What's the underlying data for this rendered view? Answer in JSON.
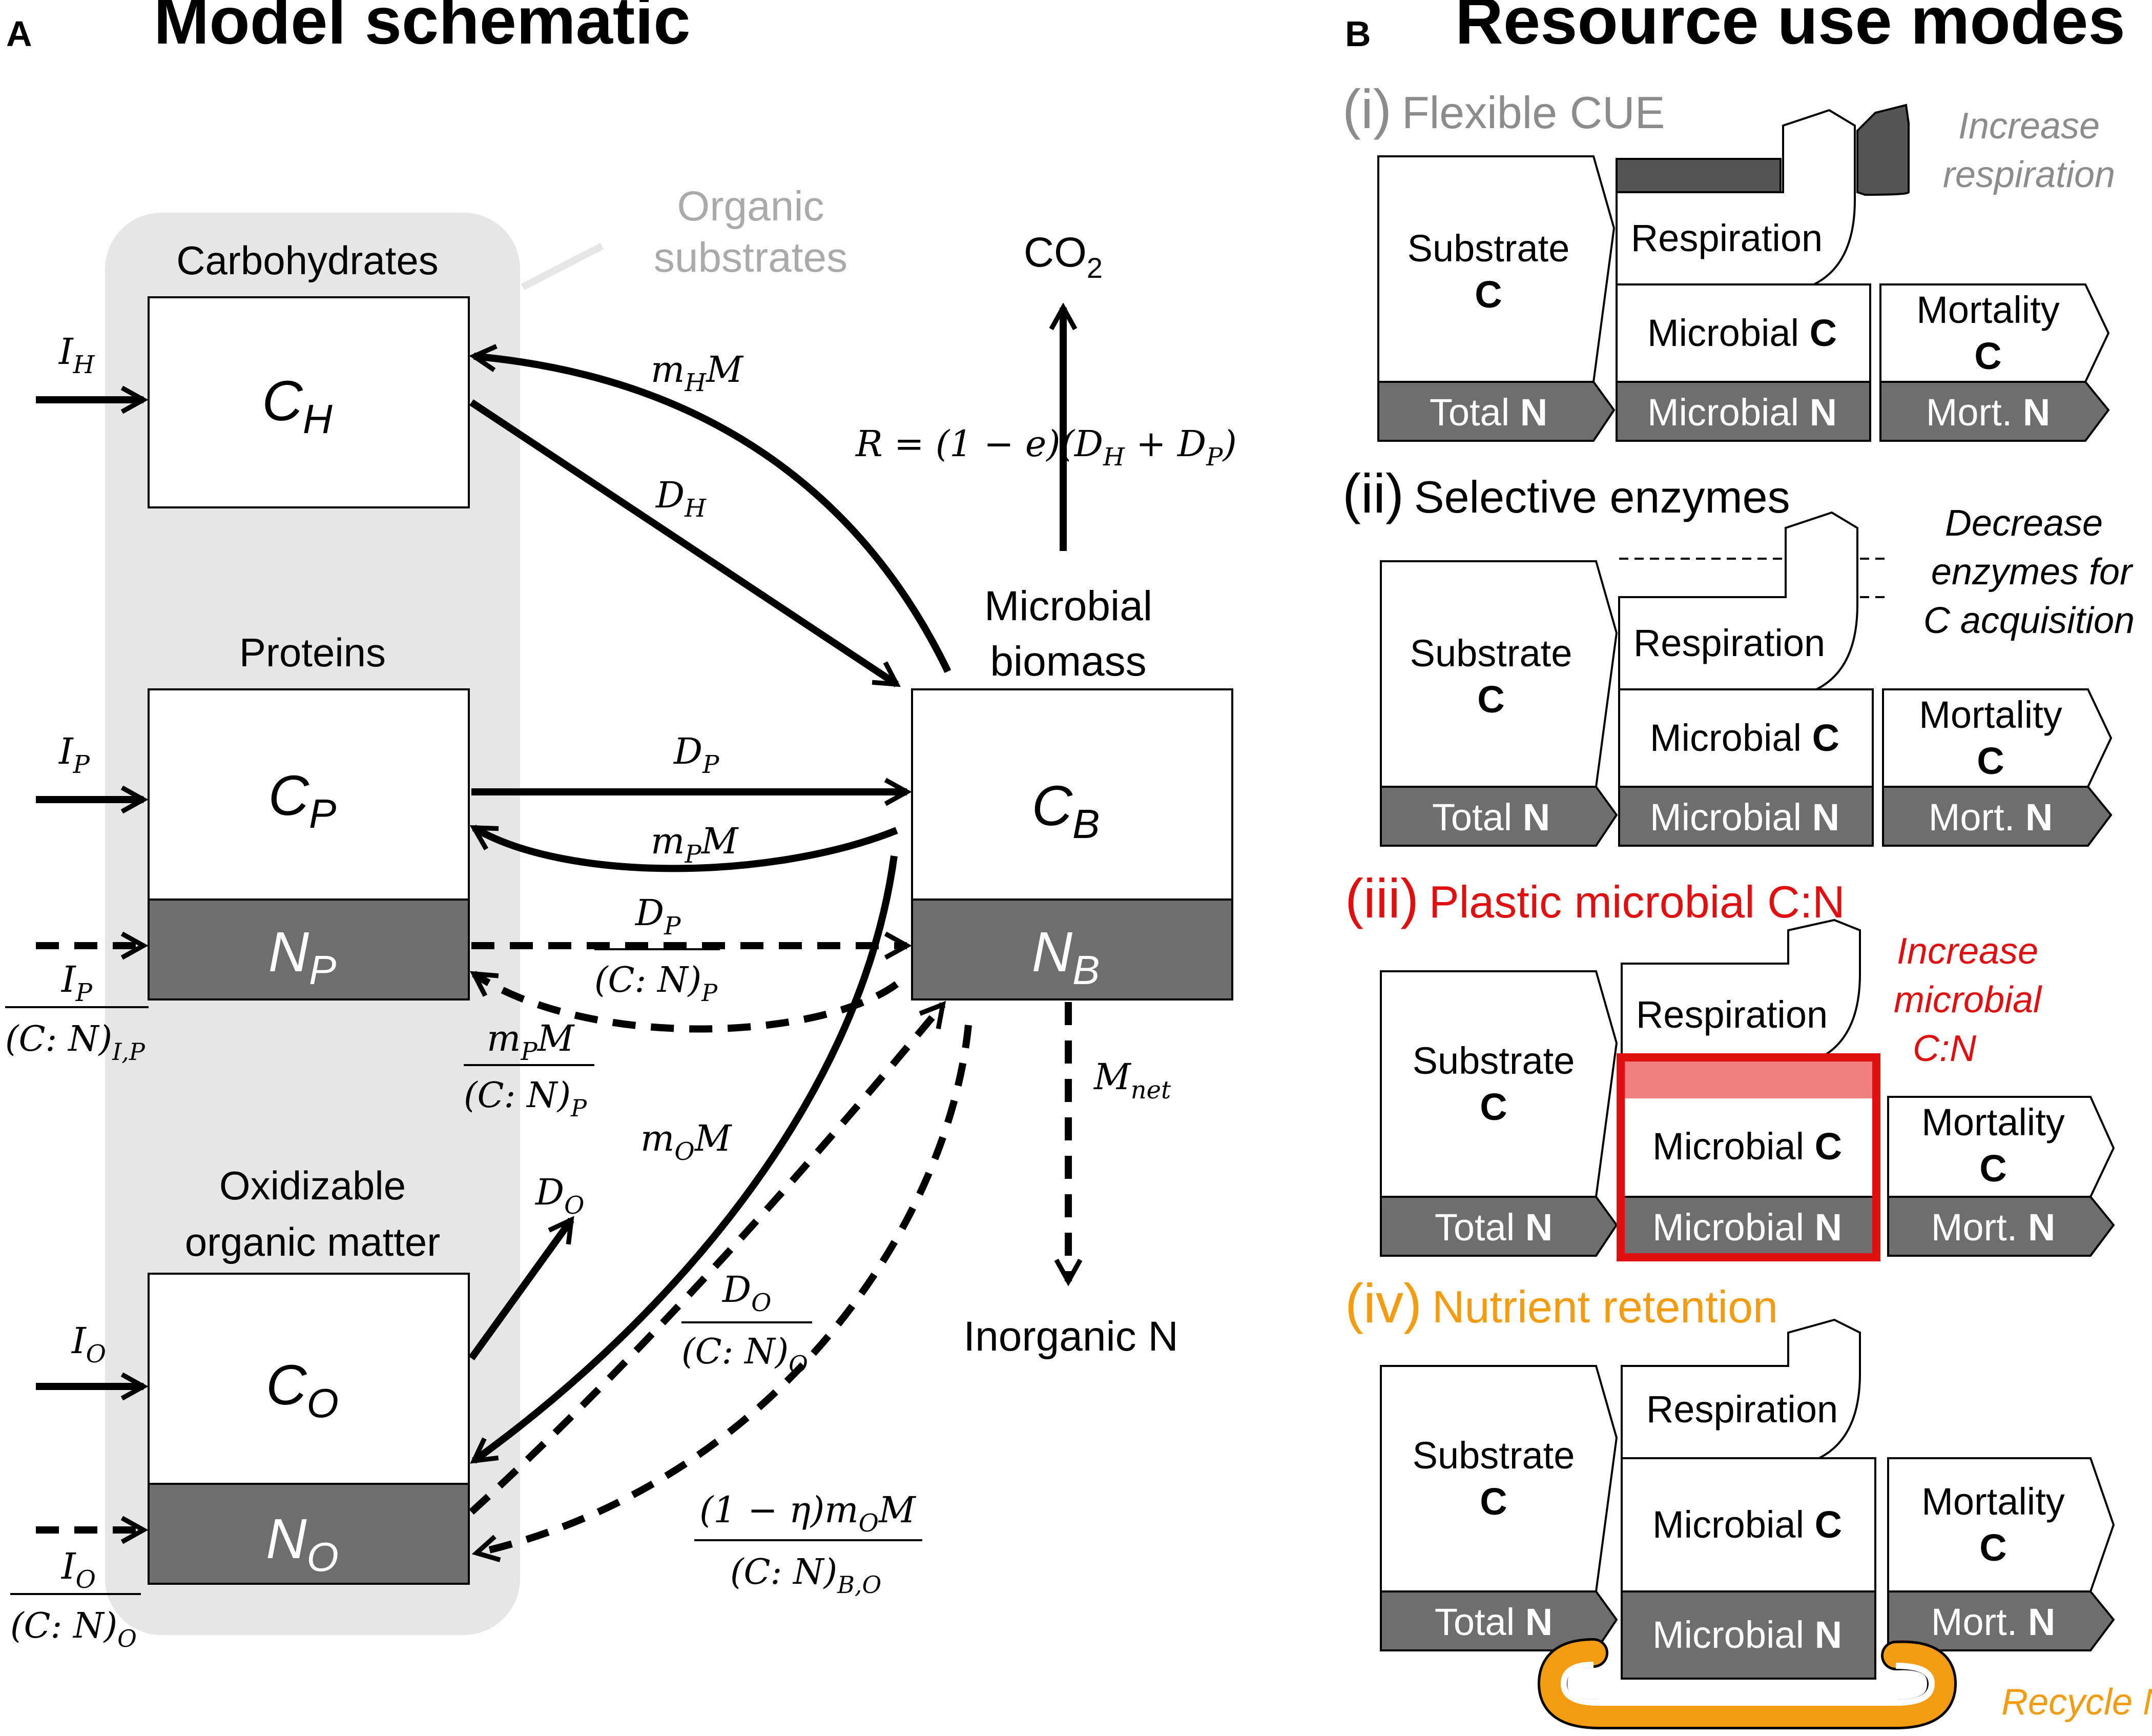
{
  "panel_a": {
    "letter": "A",
    "title": "Model schematic",
    "group_label_1": "Organic",
    "group_label_2": "substrates",
    "pools": {
      "carb_header": "Carbohydrates",
      "carb_c": "C",
      "carb_c_sub": "H",
      "prot_header": "Proteins",
      "prot_c": "C",
      "prot_c_sub": "P",
      "prot_n": "N",
      "prot_n_sub": "P",
      "ox_header_1": "Oxidizable",
      "ox_header_2": "organic matter",
      "ox_c": "C",
      "ox_c_sub": "O",
      "ox_n": "N",
      "ox_n_sub": "O",
      "mb_header_1": "Microbial",
      "mb_header_2": "biomass",
      "mb_c": "C",
      "mb_c_sub": "B",
      "mb_n": "N",
      "mb_n_sub": "B",
      "co2": "CO",
      "co2_sub": "2",
      "inorganic": "Inorganic N"
    },
    "fluxes": {
      "i_h": "I",
      "i_h_sub": "H",
      "i_p": "I",
      "i_p_sub": "P",
      "i_o": "I",
      "i_o_sub": "O",
      "i_p_n_num": "I",
      "i_p_n_num_sub": "P",
      "i_p_n_den": "(C: N)",
      "i_p_n_den_sub": "I,P",
      "i_o_n_num": "I",
      "i_o_n_num_sub": "O",
      "i_o_n_den": "(C: N)",
      "i_o_n_den_sub": "O",
      "m_h_m": "m",
      "m_h_m_sub": "H",
      "m_h_m_tail": "M",
      "d_h": "D",
      "d_h_sub": "H",
      "d_p": "D",
      "d_p_sub": "P",
      "m_p_m": "m",
      "m_p_m_sub": "P",
      "m_p_m_tail": "M",
      "d_p_n_num": "D",
      "d_p_n_num_sub": "P",
      "d_p_n_den": "(C: N)",
      "d_p_n_den_sub": "P",
      "m_p_n_num": "m",
      "m_p_n_num_sub": "P",
      "m_p_n_num_tail": "M",
      "m_p_n_den": "(C: N)",
      "m_p_n_den_sub": "P",
      "d_o": "D",
      "d_o_sub": "O",
      "m_o_m": "m",
      "m_o_m_sub": "O",
      "m_o_m_tail": "M",
      "d_o_n_num": "D",
      "d_o_n_num_sub": "O",
      "d_o_n_den": "(C: N)",
      "d_o_n_den_sub": "O",
      "eta_num": "(1 − η)m",
      "eta_num_sub": "O",
      "eta_num_tail": "M",
      "eta_den": "(C: N)",
      "eta_den_sub": "B,O",
      "respiration_eq": "R = (1 − e)(D",
      "resp_sub_h": "H",
      "resp_plus": " + D",
      "resp_sub_p": "P",
      "resp_close": ")",
      "m_net": "M",
      "m_net_sub": "net"
    }
  },
  "panel_b": {
    "letter": "B",
    "title": "Resource use modes",
    "modes": [
      {
        "numeral": "(i)",
        "name": "Flexible CUE",
        "note_1": "Increase",
        "note_2": "respiration",
        "color": "#8c8c8c"
      },
      {
        "numeral": "(ii)",
        "name": "Selective enzymes",
        "note_1": "Decrease",
        "note_2": "enzymes for",
        "note_3": "C acquisition",
        "color": "#000000"
      },
      {
        "numeral": "(iii)",
        "name": "Plastic microbial C:N",
        "note_1": "Increase",
        "note_2": "microbial",
        "note_3": "C:N",
        "color": "#e01010"
      },
      {
        "numeral": "(iv)",
        "name": "Nutrient retention",
        "note_1": "Recycle N",
        "color": "#f39c12"
      }
    ],
    "labels": {
      "substrate": "Substrate",
      "c_bold": "C",
      "respiration": "Respiration",
      "microbial": "Microbial",
      "mortality": "Mortality",
      "total": "Total",
      "n_bold": "N",
      "mort": "Mort."
    }
  }
}
